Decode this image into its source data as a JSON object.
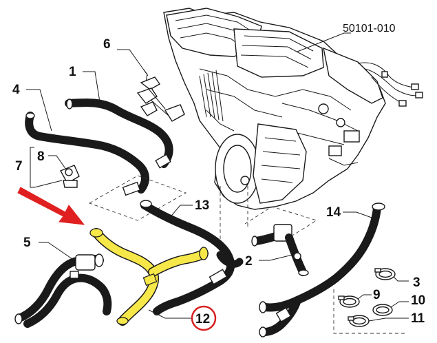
{
  "callouts": {
    "c1": "1",
    "c2": "2",
    "c3": "3",
    "c4": "4",
    "c5": "5",
    "c6": "6",
    "c7": "7",
    "c8": "8",
    "c9": "9",
    "c10": "10",
    "c11": "11",
    "c12": "12",
    "c13": "13",
    "c14": "14"
  },
  "reference_code": "50101-010",
  "colors": {
    "highlight_part": "#f7e84a",
    "highlight_circle": "#d62020",
    "arrow": "#e02020",
    "line": "#1a1a1a"
  },
  "highlighted_item": "12"
}
